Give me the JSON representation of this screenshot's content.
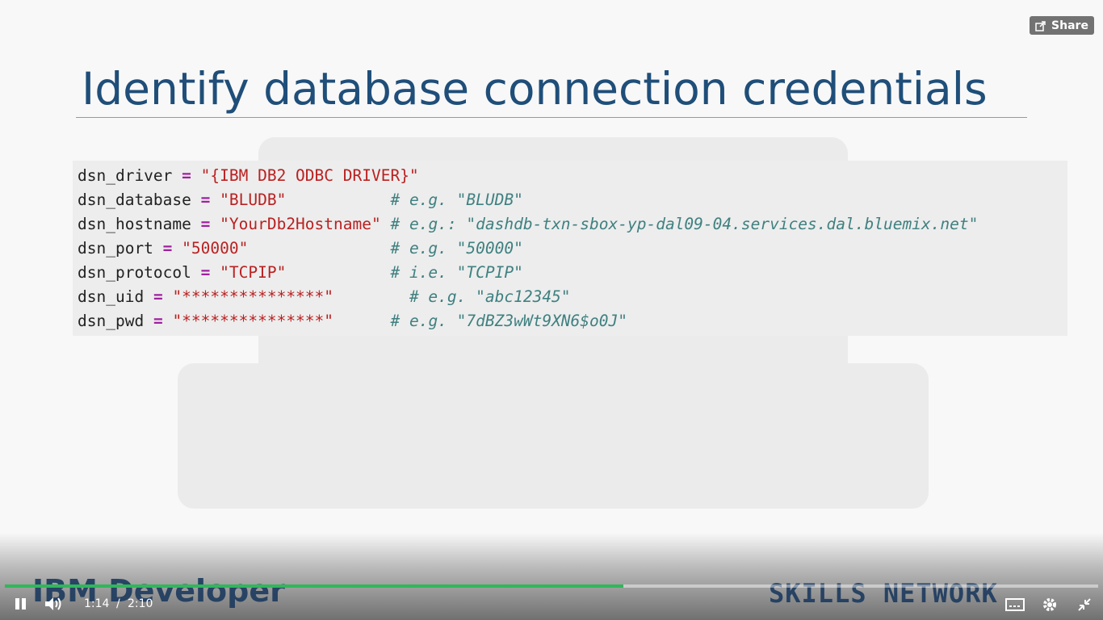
{
  "slide": {
    "title": "Identify database connection credentials",
    "code_lines": [
      {
        "var": "dsn_driver",
        "op": "=",
        "str": "\"{IBM DB2 ODBC DRIVER}\"",
        "pad": "",
        "comment": ""
      },
      {
        "var": "dsn_database",
        "op": "=",
        "str": "\"BLUDB\"",
        "pad": "           ",
        "comment": "# e.g. \"BLUDB\""
      },
      {
        "var": "dsn_hostname",
        "op": "=",
        "str": "\"YourDb2Hostname\"",
        "pad": " ",
        "comment": "# e.g.: \"dashdb-txn-sbox-yp-dal09-04.services.dal.bluemix.net\""
      },
      {
        "var": "dsn_port",
        "op": "=",
        "str": "\"50000\"",
        "pad": "               ",
        "comment": "# e.g. \"50000\""
      },
      {
        "var": "dsn_protocol",
        "op": "=",
        "str": "\"TCPIP\"",
        "pad": "           ",
        "comment": "# i.e. \"TCPIP\""
      },
      {
        "var": "dsn_uid",
        "op": "=",
        "str": "\"***************\"",
        "pad": "        ",
        "comment": "# e.g. \"abc12345\""
      },
      {
        "var": "dsn_pwd",
        "op": "=",
        "str": "\"***************\"",
        "pad": "      ",
        "comment": "# e.g. \"7dBZ3wWt9XN6$o0J\""
      }
    ],
    "brand_left": "IBM Developer",
    "brand_right": "SKILLS NETWORK"
  },
  "player": {
    "share_label": "Share",
    "current_time": "1:14",
    "separator": "/",
    "duration": "2:10",
    "progress_fraction": 0.566,
    "accent_color": "#2fb85a",
    "icons": [
      "share-icon",
      "pause-icon",
      "volume-icon",
      "captions-icon",
      "settings-icon",
      "exit-fullscreen-icon"
    ]
  }
}
